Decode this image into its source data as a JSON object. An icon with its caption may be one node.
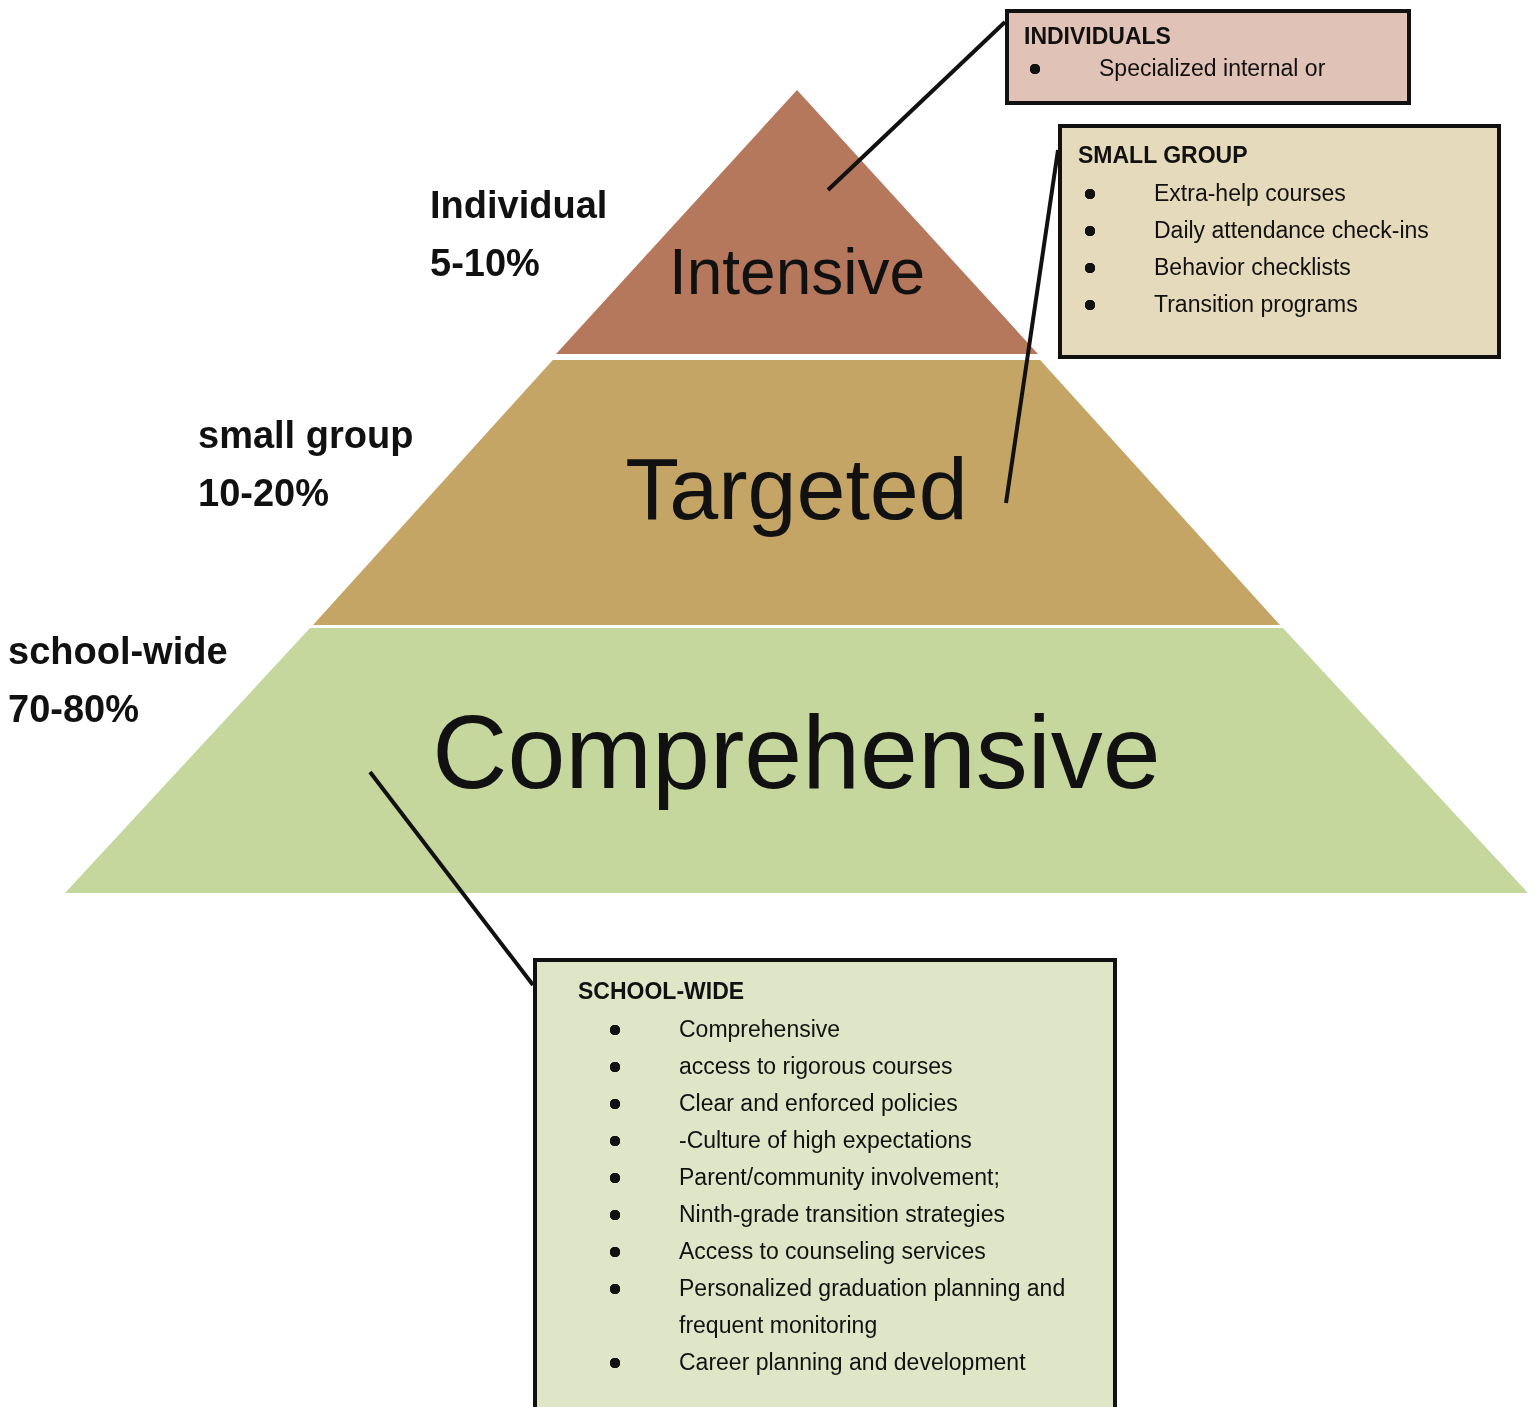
{
  "diagram": {
    "nodes": [
      {
        "text": [
          "Intensive"
        ],
        "beside": [
          "Individual",
          "5-10%"
        ]
      },
      {
        "text": [
          "Targeted"
        ],
        "beside": [
          "small group",
          "10-20%"
        ]
      },
      {
        "text": [
          "Comprehensive"
        ],
        "beside": [
          "school-wide",
          "70-80%"
        ]
      },
      {
        "text": [
          "INDIVIDUALS",
          "Specialized internal or"
        ]
      },
      {
        "text": [
          "SMALL GROUP",
          "Extra-help courses",
          "Daily attendance check-ins",
          "Behavior checklists",
          "Transition programs"
        ]
      },
      {
        "text": [
          "SCHOOL-WIDE",
          "Comprehensive",
          "access to rigorous courses",
          "Clear and enforced policies",
          "-Culture of high expectations",
          "Parent/community involvement;",
          "Ninth-grade transition strategies",
          "Access to counseling services",
          "Personalized graduation planning and frequent monitoring",
          "Career planning and development"
        ]
      }
    ],
    "edges": [
      {
        "from": 3,
        "to": 0,
        "arrow": "none"
      },
      {
        "from": 4,
        "to": 1,
        "arrow": "none"
      },
      {
        "from": 5,
        "to": 2,
        "arrow": "none"
      }
    ]
  }
}
